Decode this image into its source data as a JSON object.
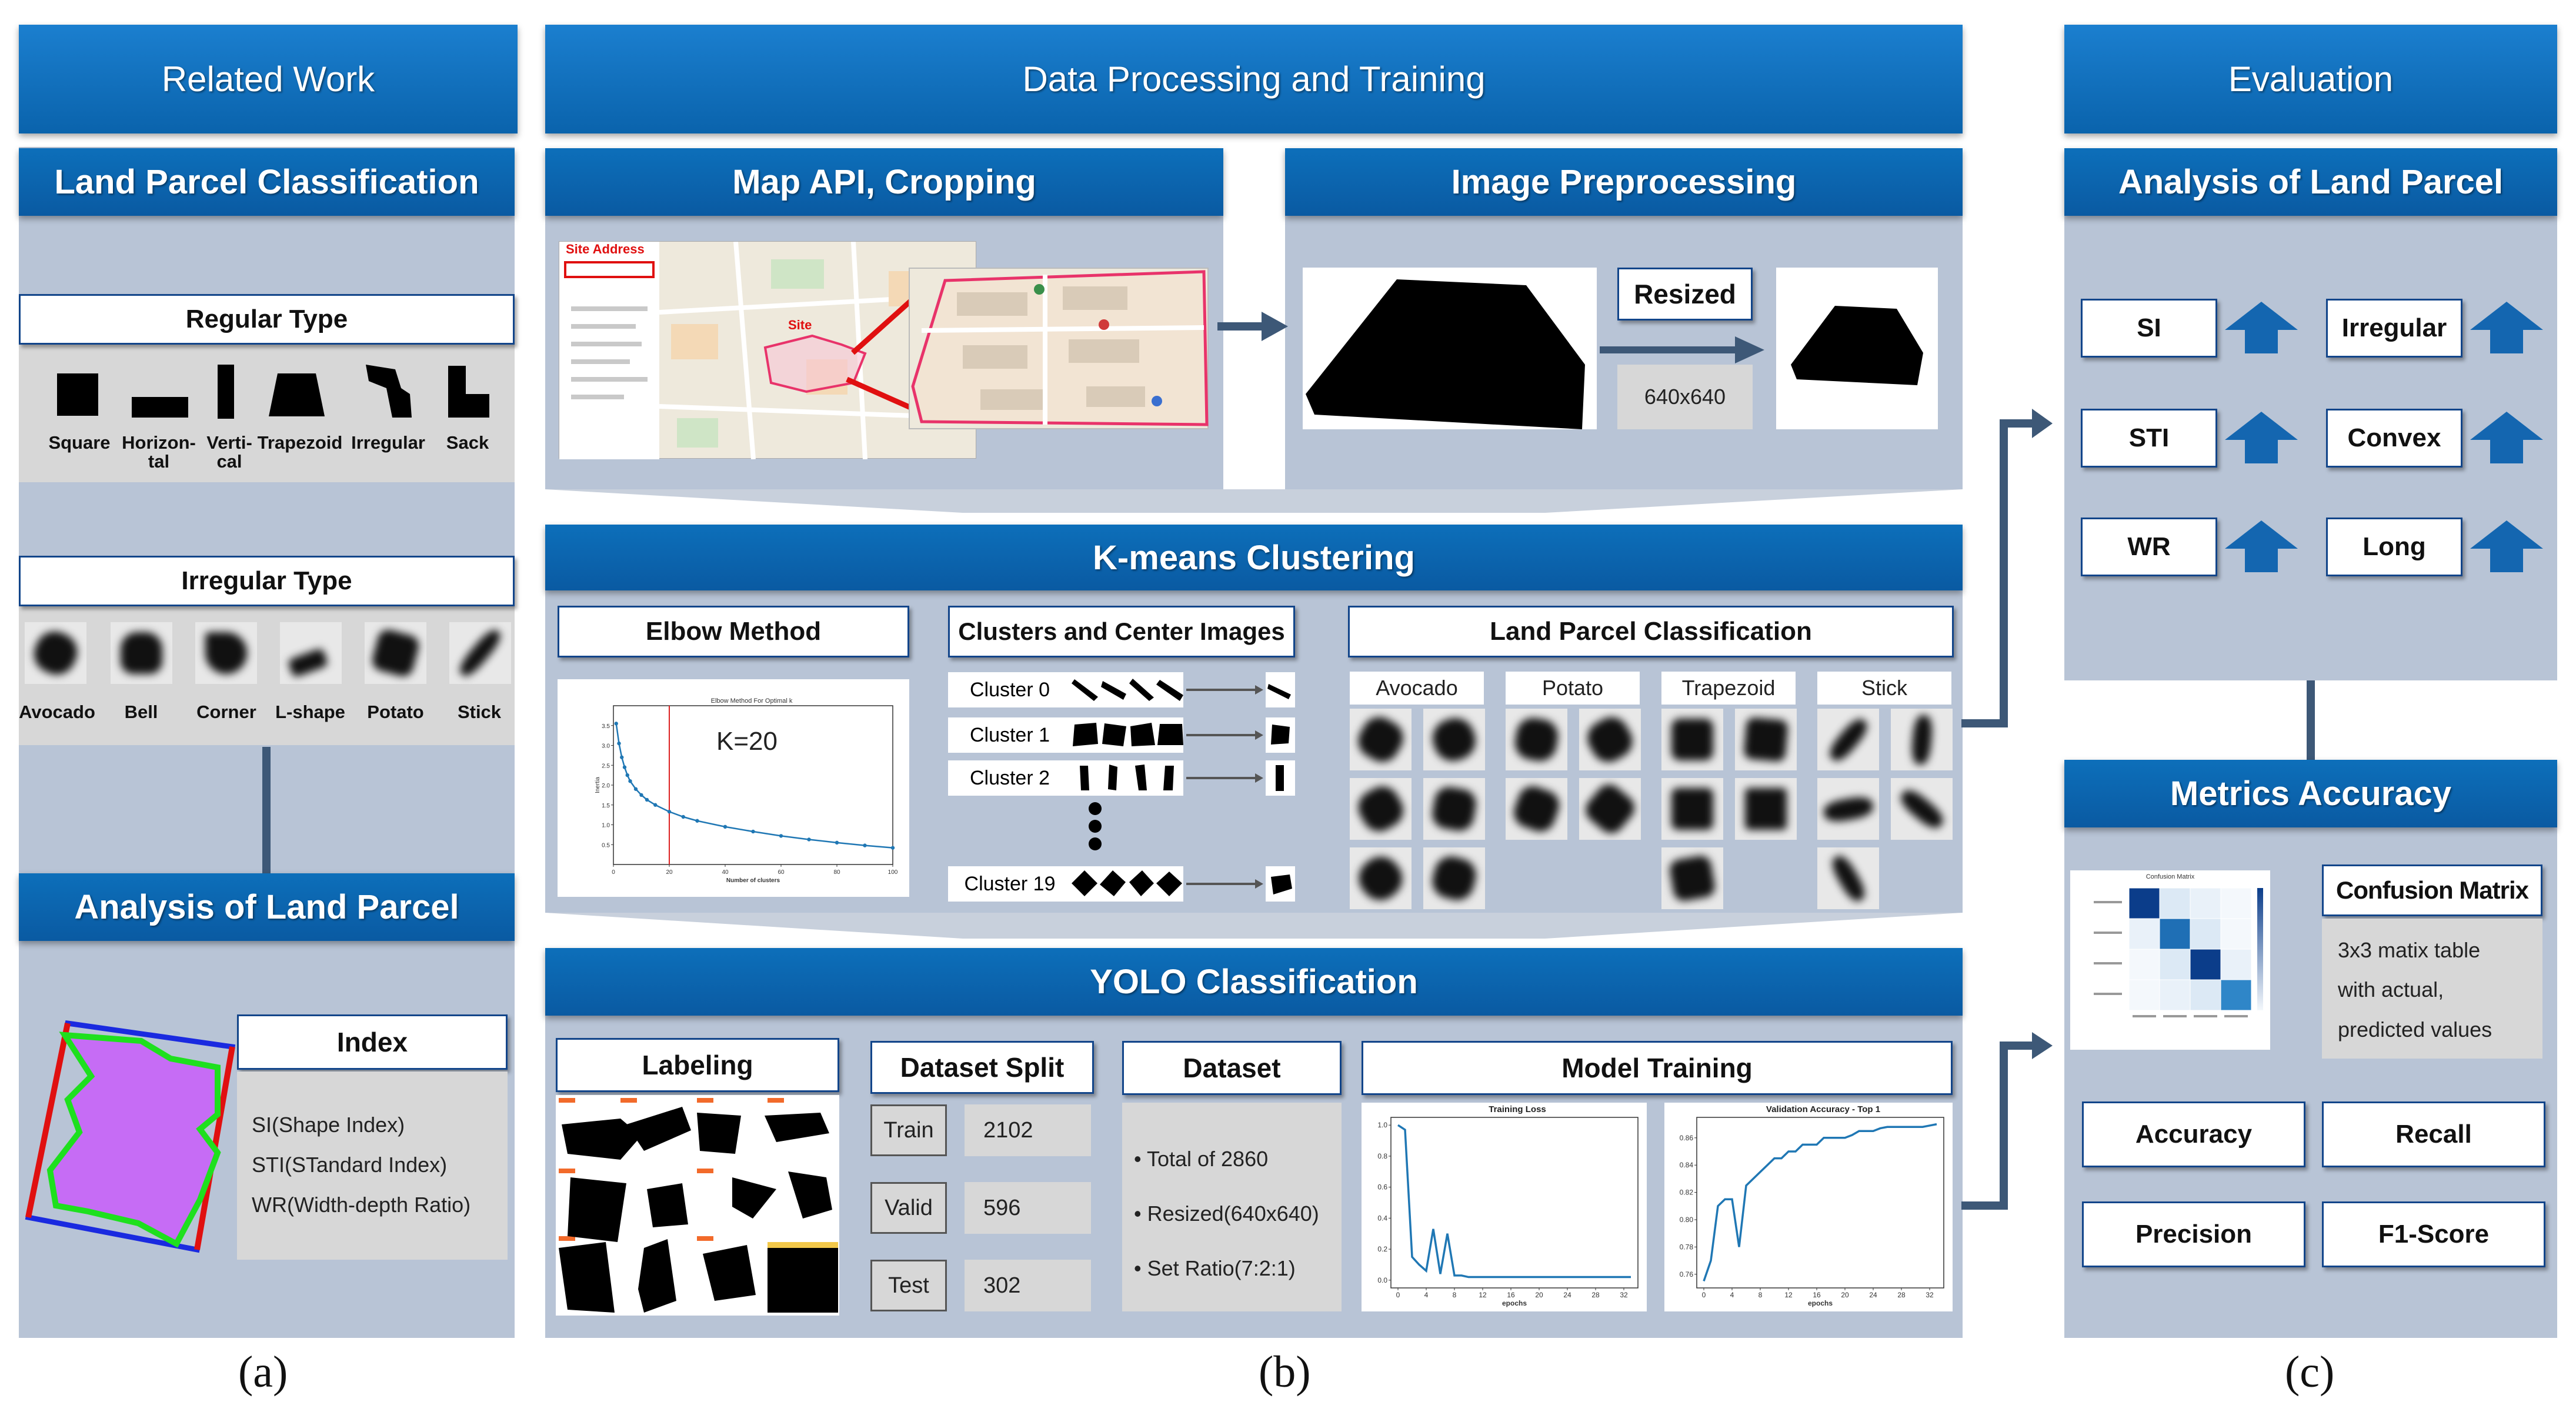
{
  "columns": {
    "related_work": "Related Work",
    "data_processing": "Data Processing and Training",
    "evaluation": "Evaluation"
  },
  "land_parcel_classification": {
    "title": "Land Parcel Classification",
    "regular_title": "Regular Type",
    "regular": [
      "Square",
      "Horizon-\ntal",
      "Verti-\ncal",
      "Trapezoid",
      "Irregular",
      "Sack"
    ],
    "irregular_title": "Irregular Type",
    "irregular": [
      "Avocado",
      "Bell",
      "Corner",
      "L-shape",
      "Potato",
      "Stick"
    ]
  },
  "analysis_left": {
    "title": "Analysis of Land Parcel",
    "index_title": "Index",
    "items": [
      "SI(Shape Index)",
      "STI(STandard Index)",
      "WR(Width-depth Ratio)"
    ]
  },
  "map_api": {
    "title": "Map API, Cropping",
    "site_address": "Site Address",
    "site": "Site"
  },
  "preprocessing": {
    "title": "Image Preprocessing",
    "resized": "Resized",
    "size": "640x640"
  },
  "kmeans": {
    "title": "K-means Clustering",
    "elbow_title": "Elbow Method",
    "plot_title": "Elbow Method For Optimal k",
    "k_label": "K=20",
    "clusters_title": "Clusters and Center Images",
    "clusters": [
      "Cluster 0",
      "Cluster 1",
      "Cluster 2",
      "Cluster 19"
    ],
    "classification_title": "Land Parcel Classification",
    "classes": [
      "Avocado",
      "Potato",
      "Trapezoid",
      "Stick"
    ]
  },
  "yolo": {
    "title": "YOLO Classification",
    "labeling": "Labeling",
    "split_title": "Dataset Split",
    "split": [
      {
        "name": "Train",
        "count": "2102"
      },
      {
        "name": "Valid",
        "count": "596"
      },
      {
        "name": "Test",
        "count": "302"
      }
    ],
    "dataset_title": "Dataset",
    "dataset_items": [
      "• Total of 2860",
      "• Resized(640x640)",
      "• Set Ratio(7:2:1)"
    ],
    "training_title": "Model Training",
    "loss_title": "Training Loss",
    "acc_title": "Validation Accuracy - Top 1",
    "xlabel": "epochs",
    "x_ticks": [
      "0",
      "4",
      "8",
      "12",
      "16",
      "20",
      "24",
      "28",
      "32"
    ],
    "loss_ticks": [
      "0.0",
      "0.2",
      "0.4",
      "0.6",
      "0.8",
      "1.0"
    ],
    "acc_ticks": [
      "0.76",
      "0.78",
      "0.80",
      "0.82",
      "0.84",
      "0.86"
    ]
  },
  "analysis_right": {
    "title": "Analysis of Land Parcel",
    "indices": [
      "SI",
      "Irregular",
      "STI",
      "Convex",
      "WR",
      "Long"
    ]
  },
  "metrics": {
    "title": "Metrics Accuracy",
    "cm_title": "Confusion Matrix",
    "cm_desc": [
      "3x3 matix table",
      "with actual,",
      "predicted values"
    ],
    "buttons": [
      "Accuracy",
      "Recall",
      "Precision",
      "F1-Score"
    ]
  },
  "captions": [
    "(a)",
    "(b)",
    "(c)"
  ],
  "chart_data": [
    {
      "type": "line",
      "title": "Elbow Method For Optimal k",
      "xlabel": "Number of clusters",
      "ylabel": "Inertia",
      "annotation": "K=20",
      "x": [
        1,
        2,
        3,
        4,
        5,
        6,
        8,
        10,
        12,
        15,
        20,
        25,
        30,
        40,
        50,
        60,
        70,
        80,
        90,
        100
      ],
      "y": [
        3.55,
        3.05,
        2.7,
        2.45,
        2.25,
        2.1,
        1.9,
        1.75,
        1.63,
        1.5,
        1.33,
        1.2,
        1.1,
        0.95,
        0.83,
        0.72,
        0.63,
        0.55,
        0.48,
        0.42
      ],
      "xlim": [
        0,
        100
      ],
      "ylim": [
        0,
        4
      ],
      "vline_x": 20
    },
    {
      "type": "line",
      "title": "Training Loss",
      "xlabel": "epochs",
      "x": [
        0,
        1,
        2,
        3,
        4,
        5,
        6,
        7,
        8,
        9,
        10,
        11,
        12,
        14,
        16,
        18,
        20,
        22,
        24,
        26,
        28,
        30,
        32,
        33
      ],
      "y": [
        1.0,
        0.97,
        0.15,
        0.1,
        0.06,
        0.33,
        0.04,
        0.3,
        0.03,
        0.03,
        0.02,
        0.02,
        0.02,
        0.02,
        0.02,
        0.02,
        0.02,
        0.02,
        0.02,
        0.02,
        0.02,
        0.02,
        0.02,
        0.02
      ],
      "xlim": [
        -1,
        34
      ],
      "ylim": [
        -0.05,
        1.05
      ]
    },
    {
      "type": "line",
      "title": "Validation Accuracy - Top 1",
      "xlabel": "epochs",
      "x": [
        0,
        1,
        2,
        3,
        4,
        5,
        6,
        7,
        8,
        9,
        10,
        11,
        12,
        13,
        14,
        15,
        16,
        17,
        18,
        19,
        20,
        21,
        22,
        23,
        24,
        25,
        26,
        27,
        28,
        29,
        30,
        31,
        32,
        33
      ],
      "y": [
        0.755,
        0.77,
        0.81,
        0.815,
        0.815,
        0.78,
        0.825,
        0.83,
        0.835,
        0.84,
        0.845,
        0.845,
        0.85,
        0.85,
        0.855,
        0.855,
        0.855,
        0.86,
        0.86,
        0.86,
        0.86,
        0.862,
        0.865,
        0.865,
        0.865,
        0.867,
        0.868,
        0.868,
        0.868,
        0.868,
        0.868,
        0.868,
        0.869,
        0.87
      ],
      "xlim": [
        -1,
        34
      ],
      "ylim": [
        0.75,
        0.875
      ]
    }
  ]
}
